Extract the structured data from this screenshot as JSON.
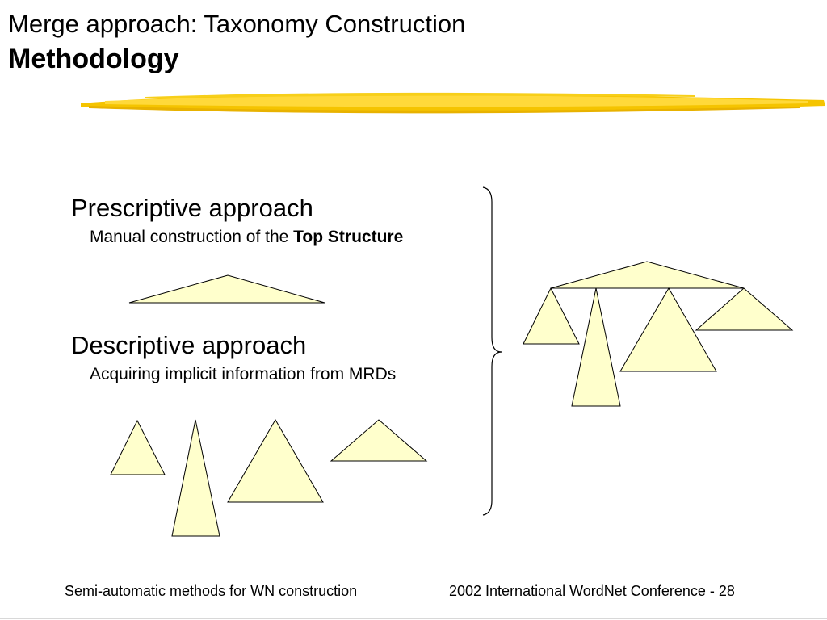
{
  "slide": {
    "title_line1": "Merge approach: Taxonomy Construction",
    "title_line2": "Methodology"
  },
  "prescriptive": {
    "heading": "Prescriptive approach",
    "sub_prefix": "Manual construction of the ",
    "sub_bold": "Top Structure"
  },
  "descriptive": {
    "heading": "Descriptive approach",
    "sub": "Acquiring implicit information from MRDs"
  },
  "footer": {
    "left": "Semi-automatic methods for WN construction",
    "right": "2002 International WordNet Conference - 28"
  },
  "colors": {
    "triangle_fill": "#ffffcc",
    "stroke": "#000000",
    "title_underline": "#f2c200"
  }
}
